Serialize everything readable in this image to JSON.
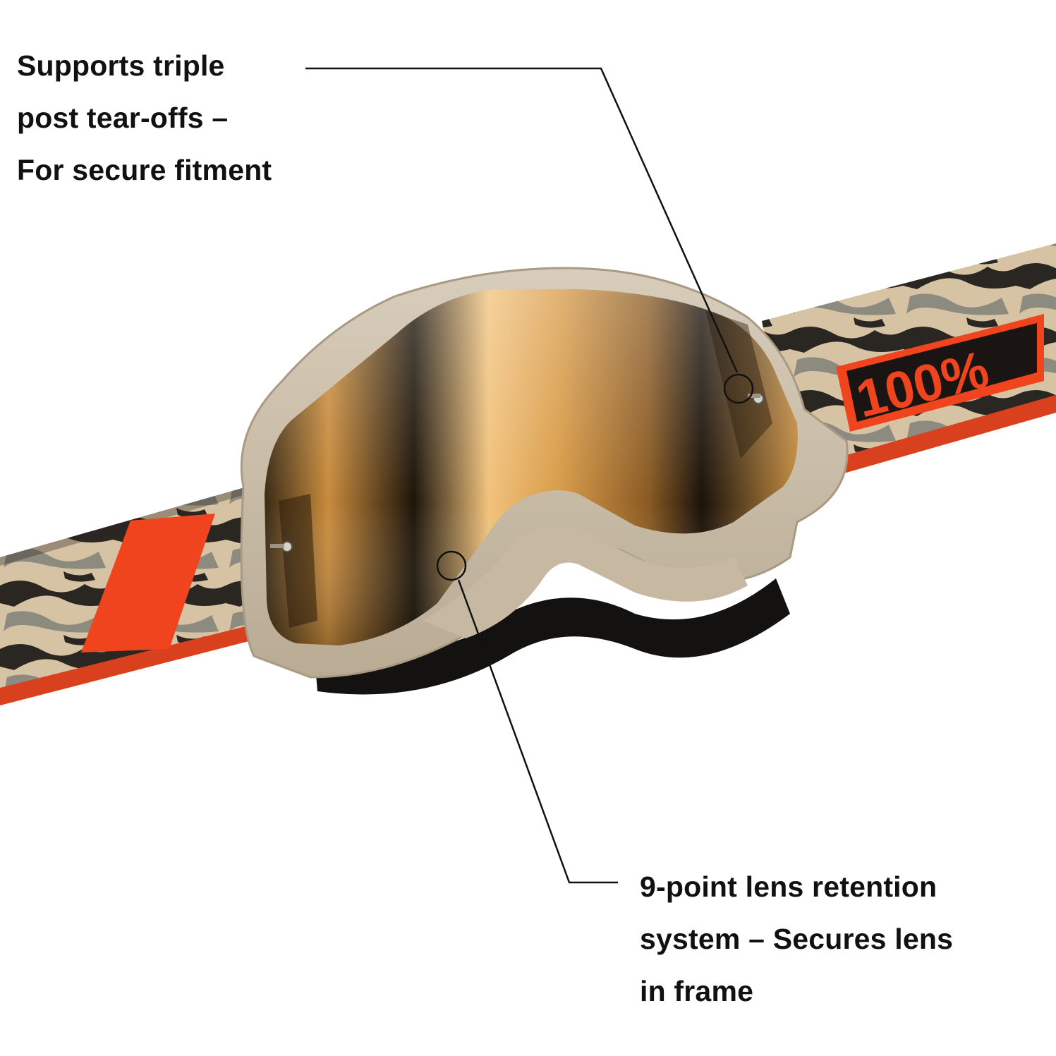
{
  "callouts": {
    "top": {
      "lines": [
        "Supports triple",
        "post tear-offs –",
        "For secure fitment"
      ]
    },
    "bottom": {
      "lines": [
        "9-point lens retention",
        "system – Secures lens",
        "in frame"
      ]
    }
  },
  "product": {
    "brand_logo_text": "100%",
    "colors": {
      "frame": "#cfc2ae",
      "lens_gold": "#c98b3c",
      "strap_orange": "#f0441e",
      "strap_camo_tan": "#d6c3a4",
      "strap_camo_dark": "#2a2622",
      "strap_camo_grey": "#8d8a80"
    }
  }
}
